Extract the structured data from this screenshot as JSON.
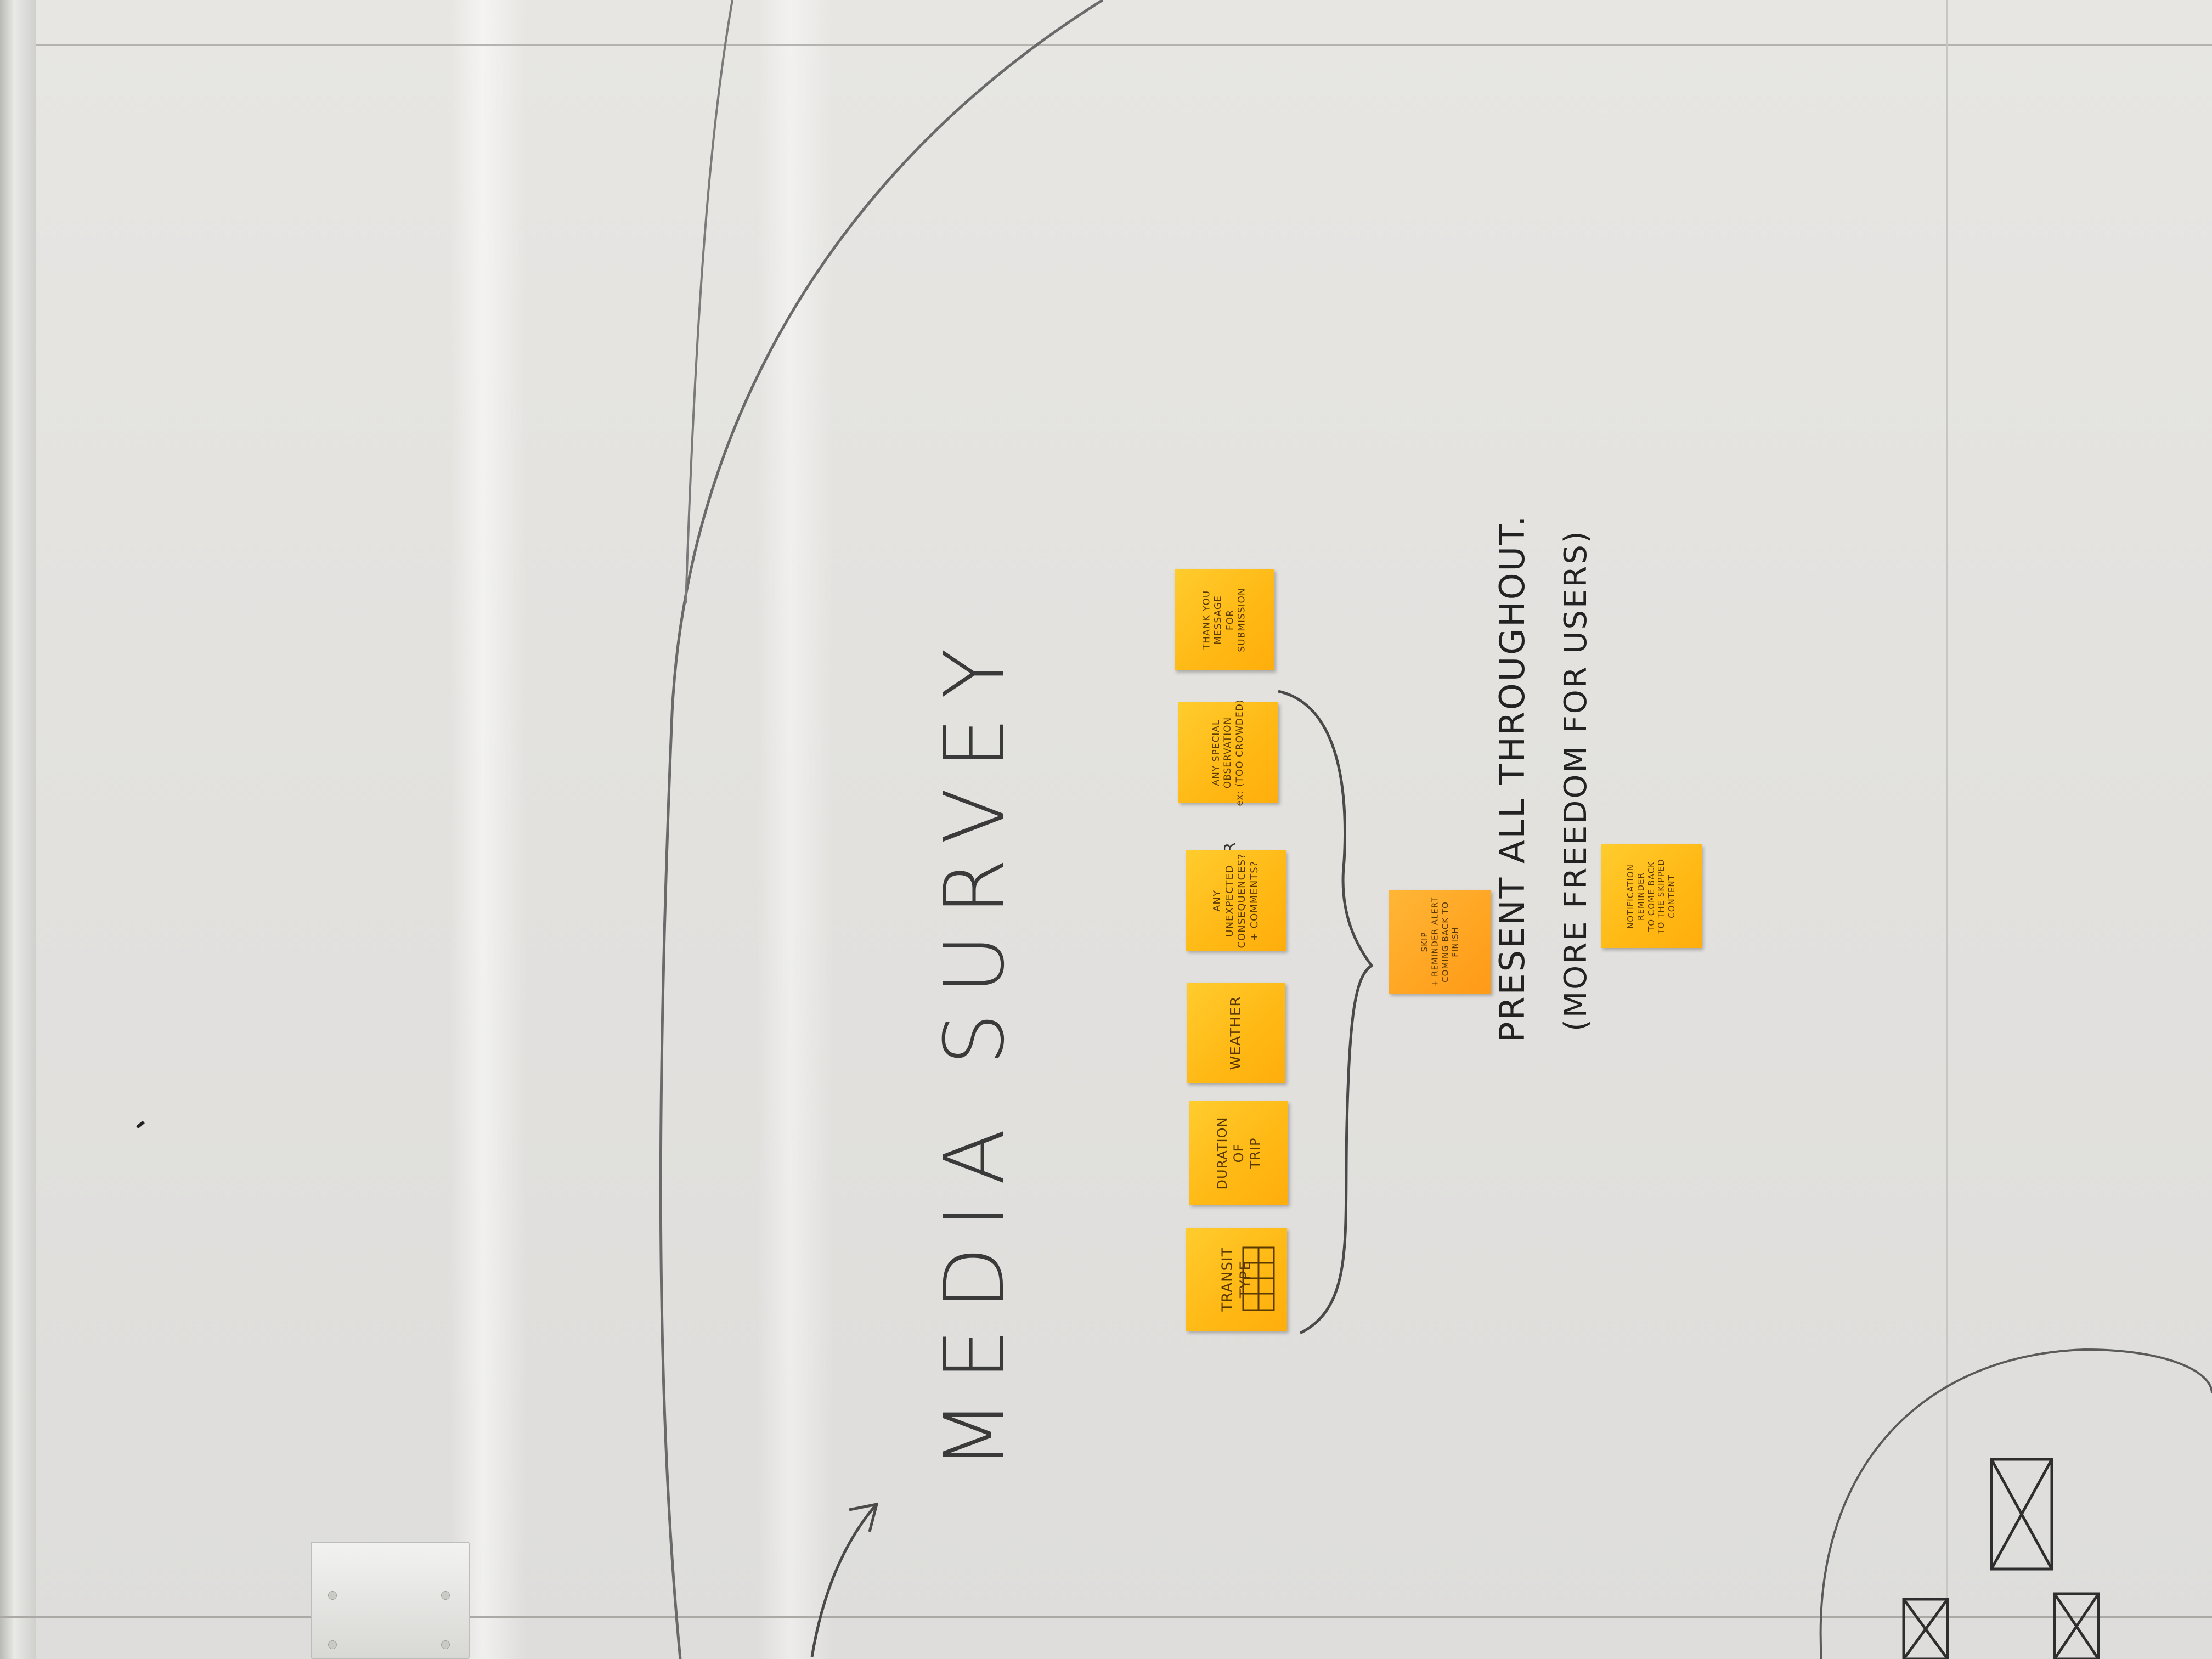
{
  "board": {
    "title": "MEDIA SURVEY",
    "note_present": "PRESENT ALL THROUGHOUT.",
    "note_freedom": "(MORE FREEDOM FOR USERS)",
    "connector_or": "OR"
  },
  "sticky_notes": [
    {
      "id": "transit",
      "text": "TRANSIT\nTYPE"
    },
    {
      "id": "duration",
      "text": "DURATION\nOF\nTRIP"
    },
    {
      "id": "weather",
      "text": "WEATHER"
    },
    {
      "id": "unexpected",
      "text": "ANY\nUNEXPECTED\nCONSEQUENCES?\n+ COMMENTS?"
    },
    {
      "id": "special",
      "text": "ANY SPECIAL\nOBSERVATION\nex: (TOO CROWDED)"
    },
    {
      "id": "thankyou",
      "text": "THANK YOU\nMESSAGE\nFOR\nSUBMISSION"
    },
    {
      "id": "skip",
      "text": "SKIP\n+ REMINDER ALERT\nCOMING BACK TO\nFINISH"
    },
    {
      "id": "notification",
      "text": "NOTIFICATION\nREMINDER\nTO COME BACK\nTO THE SKIPPED\nCONTENT"
    }
  ],
  "colors": {
    "sticky_yellow": "#ffbf1f",
    "sticky_orange": "#ffa21f",
    "ink": "#3a3a3a"
  }
}
